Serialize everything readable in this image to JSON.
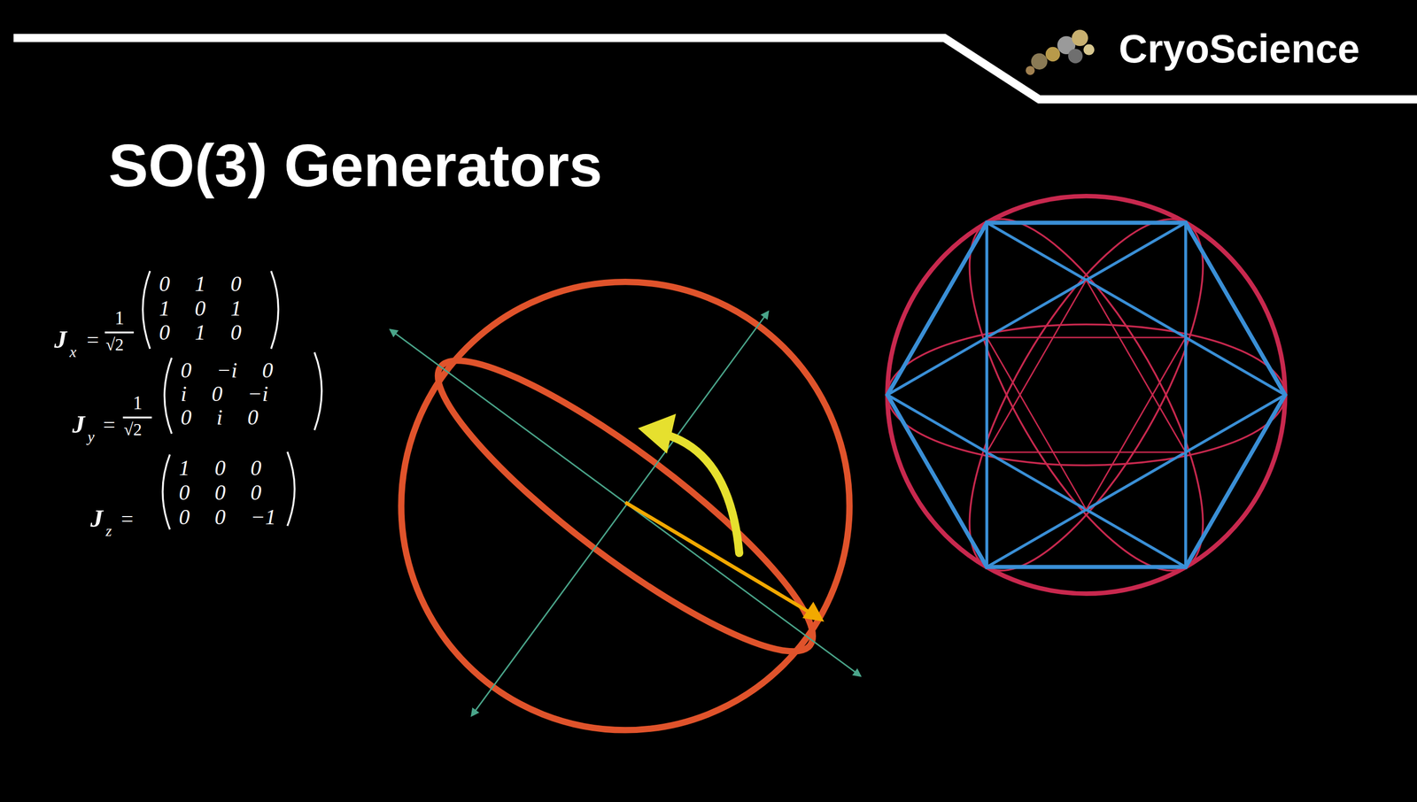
{
  "diagram": {
    "title": "SO(3) Generators",
    "labels": [
      "CryoScience",
      "J",
      "x",
      "=",
      "1",
      "√2",
      "0 1 0",
      "1 0 1",
      "0 1 0",
      "J",
      "y",
      "=",
      "1",
      "√2",
      "0 −i 0",
      "i 0 −i",
      "0 i 0",
      "J",
      "z",
      "=",
      "1 0 0",
      "0 0 0",
      "0 0 −1"
    ]
  }
}
